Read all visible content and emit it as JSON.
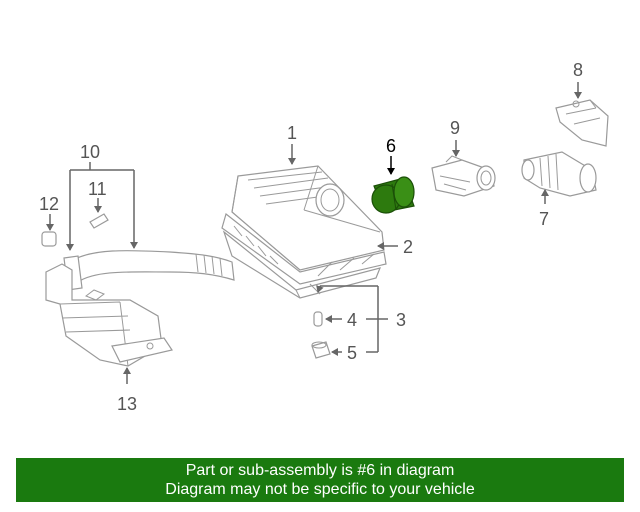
{
  "diagram": {
    "highlight_color": "#2d7a0e",
    "highlighted_part": "6",
    "callouts": {
      "p1": "1",
      "p2": "2",
      "p3": "3",
      "p4": "4",
      "p5": "5",
      "p6": "6",
      "p7": "7",
      "p8": "8",
      "p9": "9",
      "p10": "10",
      "p11": "11",
      "p12": "12",
      "p13": "13"
    }
  },
  "banner": {
    "line1": "Part or sub-assembly is #6 in diagram",
    "line2": "Diagram may not be specific to your vehicle",
    "background": "#1a7a0f"
  }
}
